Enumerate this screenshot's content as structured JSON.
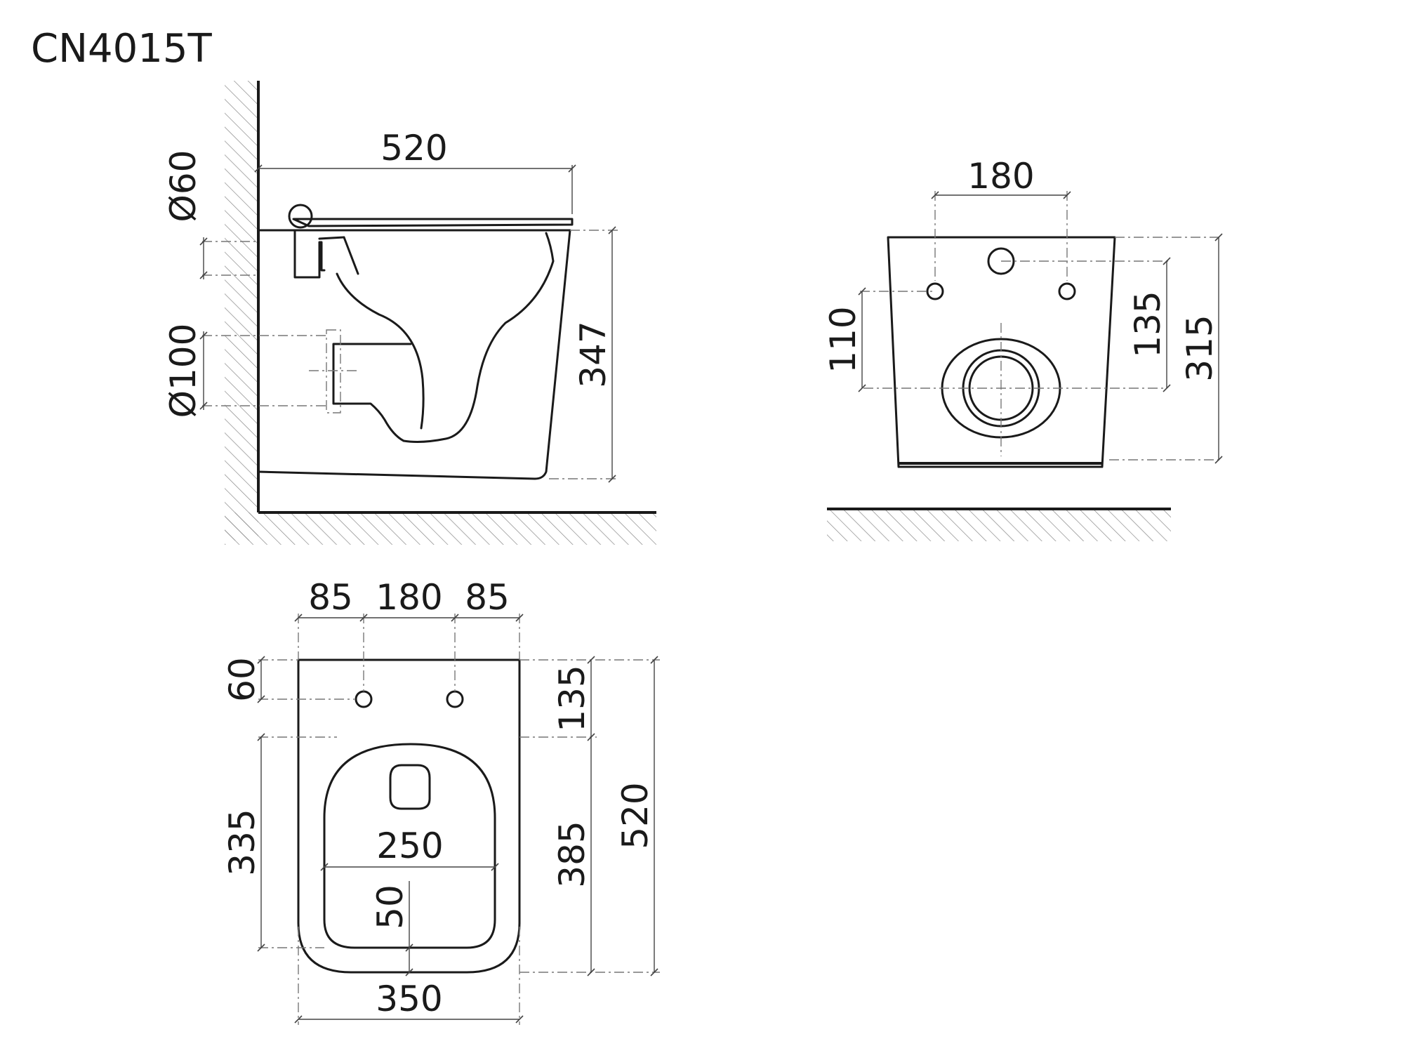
{
  "title": "CN4015T",
  "side_view": {
    "width": "520",
    "height": "347",
    "inlet_diameter": "Ø60",
    "outlet_diameter": "Ø100"
  },
  "front_view": {
    "bolt_spacing": "180",
    "bolt_height": "110",
    "inlet_height": "135",
    "total_height": "315"
  },
  "top_view": {
    "margin_left": "85",
    "bolt_spacing": "180",
    "margin_right": "85",
    "bolt_offset": "60",
    "bolt_to_seat": "135",
    "bowl_length": "335",
    "seat_length": "385",
    "total_length": "520",
    "bowl_width": "250",
    "rim_width": "50",
    "total_width": "350"
  }
}
